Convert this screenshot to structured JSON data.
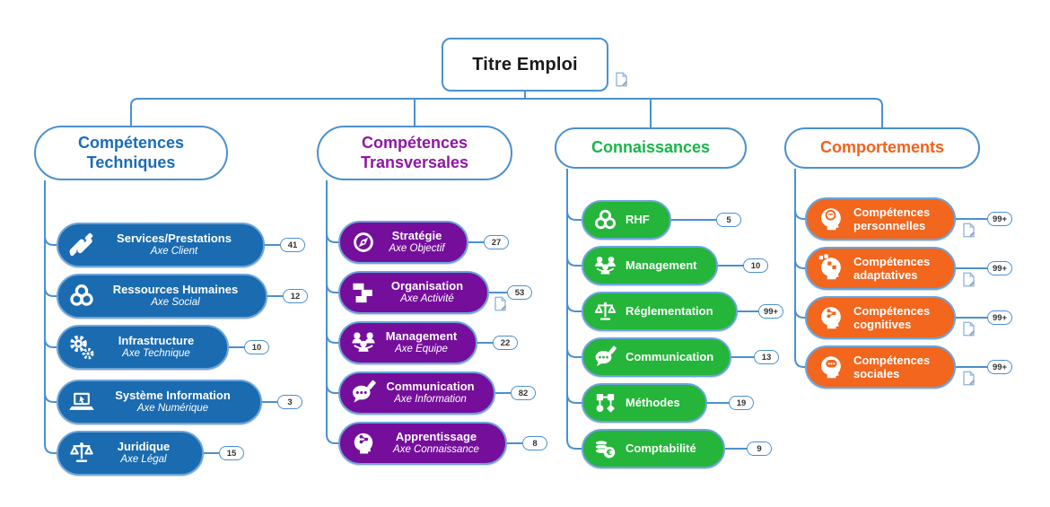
{
  "root": {
    "title": "Titre Emploi",
    "note_icon": true
  },
  "branches": [
    {
      "label": "Compétences Techniques",
      "label_color": "#1b6cb5",
      "color": "#1a6bb0",
      "children": [
        {
          "title": "Services/Prestations",
          "subtitle": "Axe Client",
          "count": "41",
          "icon": "handshake-icon"
        },
        {
          "title": "Ressources Humaines",
          "subtitle": "Axe Social",
          "count": "12",
          "icon": "tri-circles-icon"
        },
        {
          "title": "Infrastructure",
          "subtitle": "Axe Technique",
          "count": "10",
          "icon": "gears-icon"
        },
        {
          "title": "Système Information",
          "subtitle": "Axe Numérique",
          "count": "3",
          "icon": "laptop-icon"
        },
        {
          "title": "Juridique",
          "subtitle": "Axe Légal",
          "count": "15",
          "icon": "scales-icon"
        }
      ]
    },
    {
      "label": "Compétences Transversales",
      "label_color": "#8e17a4",
      "color": "#750f9b",
      "children": [
        {
          "title": "Stratégie",
          "subtitle": "Axe Objectif",
          "count": "27",
          "icon": "compass-icon"
        },
        {
          "title": "Organisation",
          "subtitle": "Axe Activité",
          "count": "53",
          "icon": "org-boxes-icon",
          "note_icon": true
        },
        {
          "title": "Management",
          "subtitle": "Axe Equipe",
          "count": "22",
          "icon": "team-icon"
        },
        {
          "title": "Communication",
          "subtitle": "Axe Information",
          "count": "82",
          "icon": "speech-pen-icon"
        },
        {
          "title": "Apprentissage",
          "subtitle": "Axe Connaissance",
          "count": "8",
          "icon": "head-share-icon"
        }
      ]
    },
    {
      "label": "Connaissances",
      "label_color": "#16b748",
      "color": "#24b53a",
      "children": [
        {
          "title": "RHF",
          "count": "5",
          "icon": "tri-circles-icon"
        },
        {
          "title": "Management",
          "count": "10",
          "icon": "team-icon"
        },
        {
          "title": "Réglementation",
          "count": "99+",
          "icon": "scales-icon"
        },
        {
          "title": "Communication",
          "count": "13",
          "icon": "speech-pen-icon"
        },
        {
          "title": "Méthodes",
          "count": "19",
          "icon": "flowchart-icon"
        },
        {
          "title": "Comptabilité",
          "count": "9",
          "icon": "coins-euro-icon"
        }
      ]
    },
    {
      "label": "Comportements",
      "label_color": "#f4611d",
      "color": "#f2661d",
      "children": [
        {
          "title": "Compétences personnelles",
          "count": "99+",
          "icon": "head-brain-icon",
          "note_icon": true
        },
        {
          "title": "Compétences adaptatives",
          "count": "99+",
          "icon": "head-puzzle-icon",
          "note_icon": true
        },
        {
          "title": "Compétences cognitives",
          "count": "99+",
          "icon": "head-share-icon",
          "note_icon": true
        },
        {
          "title": "Compétences sociales",
          "count": "99+",
          "icon": "head-chat-icon",
          "note_icon": true
        }
      ]
    }
  ],
  "colors": {
    "connector": "#4a90d0",
    "node_border": "#6aa4dc",
    "badge_border": "#4a90d0",
    "badge_text": "#333333",
    "root_text": "#1a1a1a"
  }
}
